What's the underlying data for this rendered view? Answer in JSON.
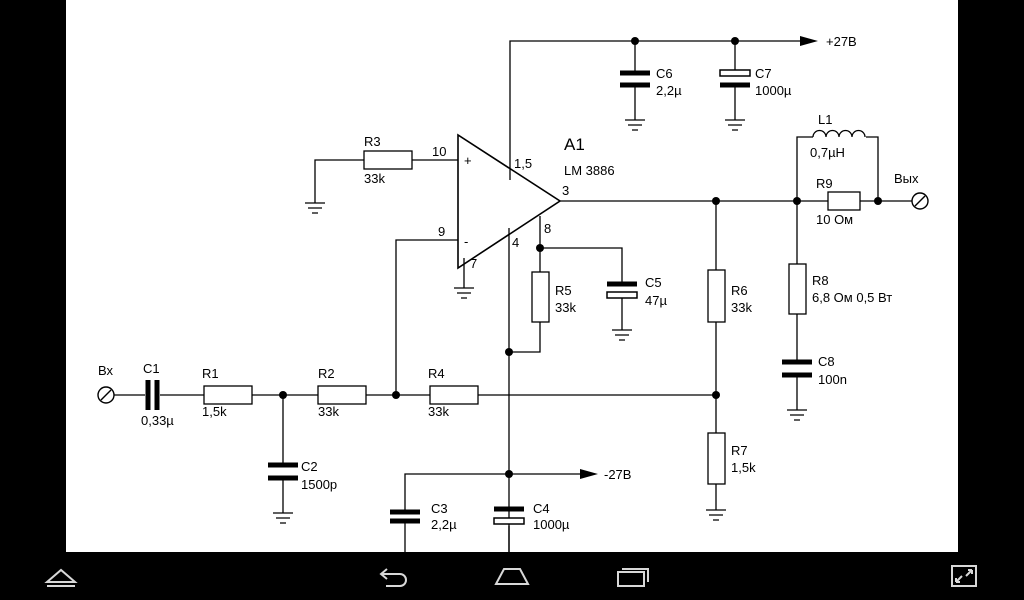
{
  "diagram": {
    "chip": {
      "name": "A1",
      "part": "LM 3886"
    },
    "pins": {
      "p10": "10",
      "p9": "9",
      "p15": "1,5",
      "p3": "3",
      "p8": "8",
      "p4": "4",
      "p7": "7",
      "plus": "+",
      "minus": "-"
    },
    "supply": {
      "pos": "+27В",
      "neg": "-27В"
    },
    "io": {
      "input": "Вх",
      "output": "Вых"
    },
    "components": {
      "c1": {
        "ref": "C1",
        "value": "0,33µ"
      },
      "c2": {
        "ref": "C2",
        "value": "1500p"
      },
      "c3": {
        "ref": "C3",
        "value": "2,2µ"
      },
      "c4": {
        "ref": "C4",
        "value": "1000µ"
      },
      "c5": {
        "ref": "C5",
        "value": "47µ"
      },
      "c6": {
        "ref": "C6",
        "value": "2,2µ"
      },
      "c7": {
        "ref": "C7",
        "value": "1000µ"
      },
      "c8": {
        "ref": "C8",
        "value": "100n"
      },
      "r1": {
        "ref": "R1",
        "value": "1,5k"
      },
      "r2": {
        "ref": "R2",
        "value": "33k"
      },
      "r3": {
        "ref": "R3",
        "value": "33k"
      },
      "r4": {
        "ref": "R4",
        "value": "33k"
      },
      "r5": {
        "ref": "R5",
        "value": "33k"
      },
      "r6": {
        "ref": "R6",
        "value": "33k"
      },
      "r7": {
        "ref": "R7",
        "value": "1,5k"
      },
      "r8": {
        "ref": "R8",
        "value": "6,8 Ом 0,5 Вт"
      },
      "r9": {
        "ref": "R9",
        "value": "10 Ом"
      },
      "l1": {
        "ref": "L1",
        "value": "0,7µH"
      }
    }
  },
  "navbar": {
    "icons": [
      "up-icon",
      "back-icon",
      "home-icon",
      "recent-apps-icon",
      "fullscreen-icon"
    ]
  }
}
